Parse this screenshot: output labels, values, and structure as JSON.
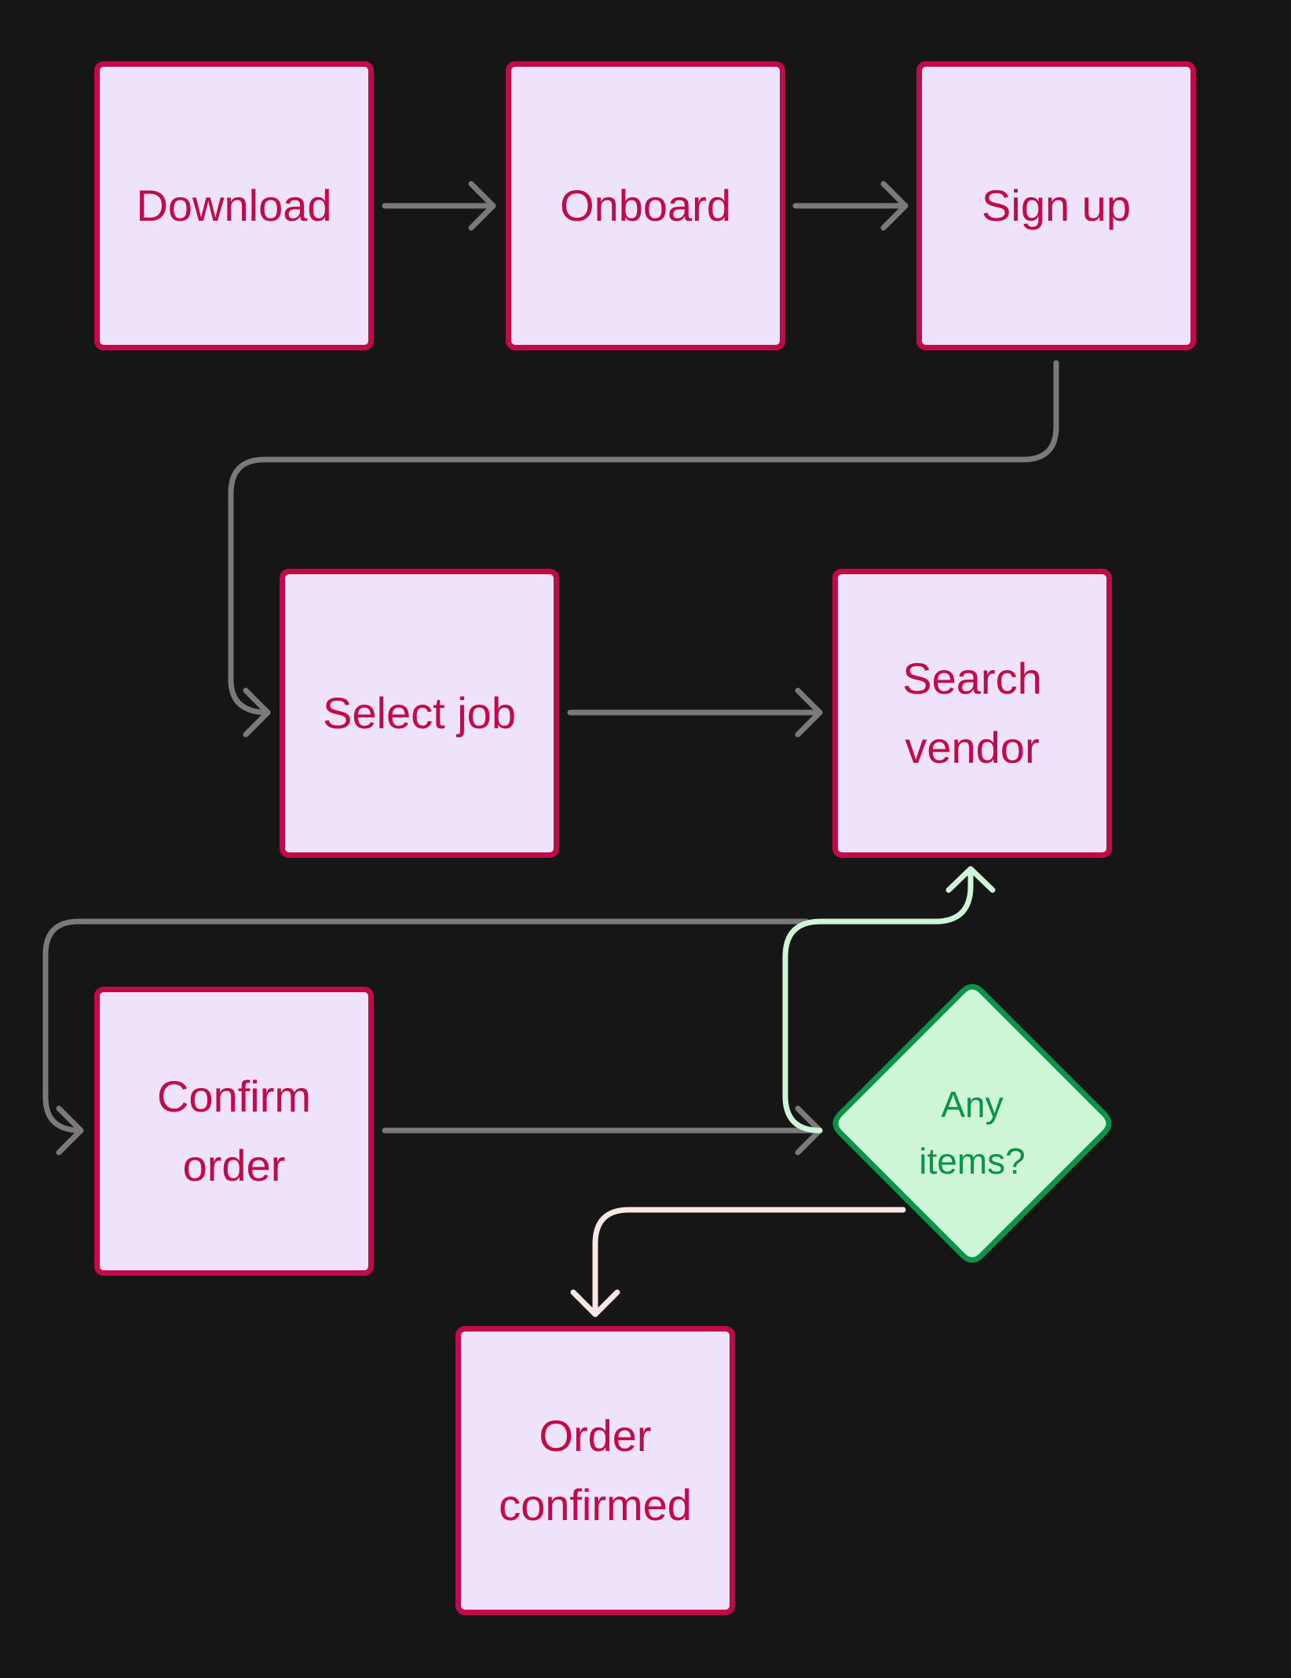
{
  "diagram": {
    "nodes": [
      {
        "id": "download",
        "label": "Download"
      },
      {
        "id": "onboard",
        "label": "Onboard"
      },
      {
        "id": "sign_up",
        "label": "Sign up"
      },
      {
        "id": "select_job",
        "label": "Select job"
      },
      {
        "id": "search_vendor",
        "label": "Search vendor"
      },
      {
        "id": "confirm_order",
        "label": "Confirm order"
      },
      {
        "id": "any_items",
        "label": "Any items?",
        "shape": "diamond"
      },
      {
        "id": "order_confirmed",
        "label": "Order confirmed"
      }
    ],
    "edges": [
      {
        "from": "download",
        "to": "onboard"
      },
      {
        "from": "onboard",
        "to": "sign_up"
      },
      {
        "from": "sign_up",
        "to": "select_job"
      },
      {
        "from": "select_job",
        "to": "search_vendor"
      },
      {
        "from": "search_vendor",
        "to": "confirm_order"
      },
      {
        "from": "confirm_order",
        "to": "any_items"
      },
      {
        "from": "any_items",
        "to": "search_vendor"
      },
      {
        "from": "any_items",
        "to": "order_confirmed"
      }
    ],
    "colors": {
      "background": "#161616",
      "node_fill": "#efe3fc",
      "node_border": "#c30a48",
      "node_text": "#c30a48",
      "decision_fill": "#cff5d7",
      "decision_border": "#0b9447",
      "decision_text": "#0b9447",
      "edge_default": "#7a7a7a",
      "edge_loop_back": "#cff5d7",
      "edge_exit": "#fde7e4"
    }
  }
}
